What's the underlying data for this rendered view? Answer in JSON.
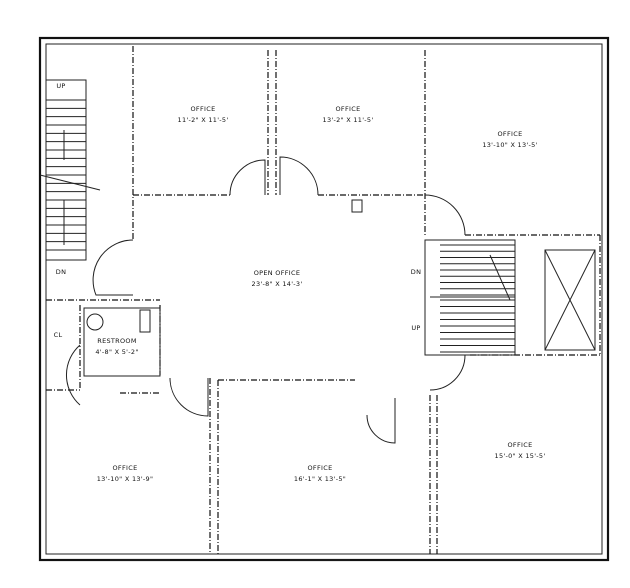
{
  "rooms": [
    {
      "name": "OFFICE",
      "size": "11'-2\" X 11'-5'"
    },
    {
      "name": "OFFICE",
      "size": "13'-2\" X 11'-5'"
    },
    {
      "name": "OFFICE",
      "size": "13'-10\" X 13'-5'"
    },
    {
      "name": "OPEN OFFICE",
      "size": "23'-8\" X 14'-3'"
    },
    {
      "name": "RESTROOM",
      "size": "4'-8\" X 5'-2\""
    },
    {
      "name": "OFFICE",
      "size": "13'-10\" X 13'-9\""
    },
    {
      "name": "OFFICE",
      "size": "16'-1\" X 13'-5\""
    },
    {
      "name": "OFFICE",
      "size": "15'-0\" X 15'-5'"
    }
  ],
  "labels": {
    "stair_left_up": "UP",
    "stair_left_down": "DN",
    "closet": "CL",
    "stair_right_down": "DN",
    "stair_right_up": "UP"
  }
}
